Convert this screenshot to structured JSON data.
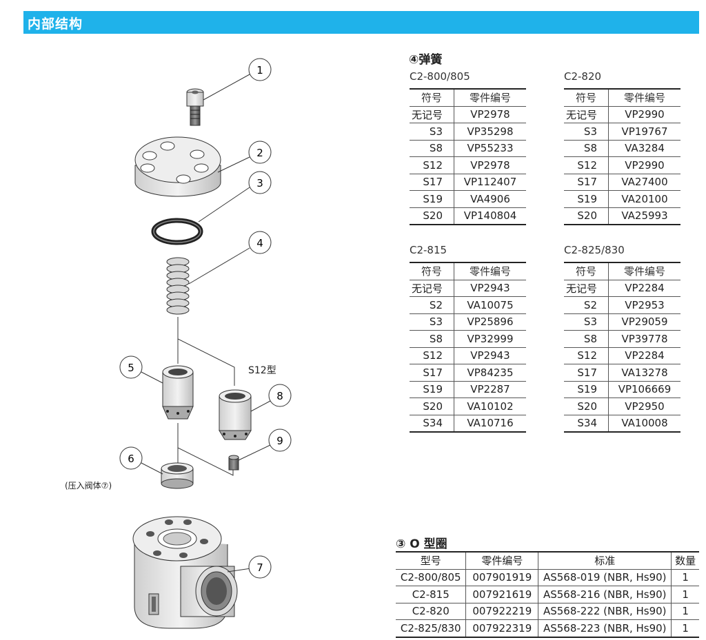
{
  "header": {
    "title": "内部结构"
  },
  "diagram": {
    "callouts": [
      "1",
      "2",
      "3",
      "4",
      "5",
      "6",
      "7",
      "8",
      "9"
    ],
    "s12_label": "S12型",
    "press_note": "(压入阀体⑦)"
  },
  "spring_section": {
    "title": "④弹簧",
    "col_symbol": "符号",
    "col_part": "零件编号",
    "tables": [
      {
        "model": "C2-800/805",
        "rows": [
          [
            "无记号",
            "VP2978"
          ],
          [
            "S3",
            "VP35298"
          ],
          [
            "S8",
            "VP55233"
          ],
          [
            "S12",
            "VP2978"
          ],
          [
            "S17",
            "VP112407"
          ],
          [
            "S19",
            "VA4906"
          ],
          [
            "S20",
            "VP140804"
          ]
        ]
      },
      {
        "model": "C2-820",
        "rows": [
          [
            "无记号",
            "VP2990"
          ],
          [
            "S3",
            "VP19767"
          ],
          [
            "S8",
            "VA3284"
          ],
          [
            "S12",
            "VP2990"
          ],
          [
            "S17",
            "VA27400"
          ],
          [
            "S19",
            "VA20100"
          ],
          [
            "S20",
            "VA25993"
          ]
        ]
      },
      {
        "model": "C2-815",
        "rows": [
          [
            "无记号",
            "VP2943"
          ],
          [
            "S2",
            "VA10075"
          ],
          [
            "S3",
            "VP25896"
          ],
          [
            "S8",
            "VP32999"
          ],
          [
            "S12",
            "VP2943"
          ],
          [
            "S17",
            "VP84235"
          ],
          [
            "S19",
            "VP2287"
          ],
          [
            "S20",
            "VA10102"
          ],
          [
            "S34",
            "VA10716"
          ]
        ]
      },
      {
        "model": "C2-825/830",
        "rows": [
          [
            "无记号",
            "VP2284"
          ],
          [
            "S2",
            "VP2953"
          ],
          [
            "S3",
            "VP29059"
          ],
          [
            "S8",
            "VP39778"
          ],
          [
            "S12",
            "VP2284"
          ],
          [
            "S17",
            "VA13278"
          ],
          [
            "S19",
            "VP106669"
          ],
          [
            "S20",
            "VP2950"
          ],
          [
            "S34",
            "VA10008"
          ]
        ]
      }
    ]
  },
  "oring_section": {
    "title": "③ O 型圈",
    "headers": [
      "型号",
      "零件编号",
      "标准",
      "数量"
    ],
    "rows": [
      [
        "C2-800/805",
        "007901919",
        "AS568-019 (NBR, Hs90)",
        "1"
      ],
      [
        "C2-815",
        "007921619",
        "AS568-216 (NBR, Hs90)",
        "1"
      ],
      [
        "C2-820",
        "007922219",
        "AS568-222 (NBR, Hs90)",
        "1"
      ],
      [
        "C2-825/830",
        "007922319",
        "AS568-223 (NBR, Hs90)",
        "1"
      ]
    ]
  }
}
